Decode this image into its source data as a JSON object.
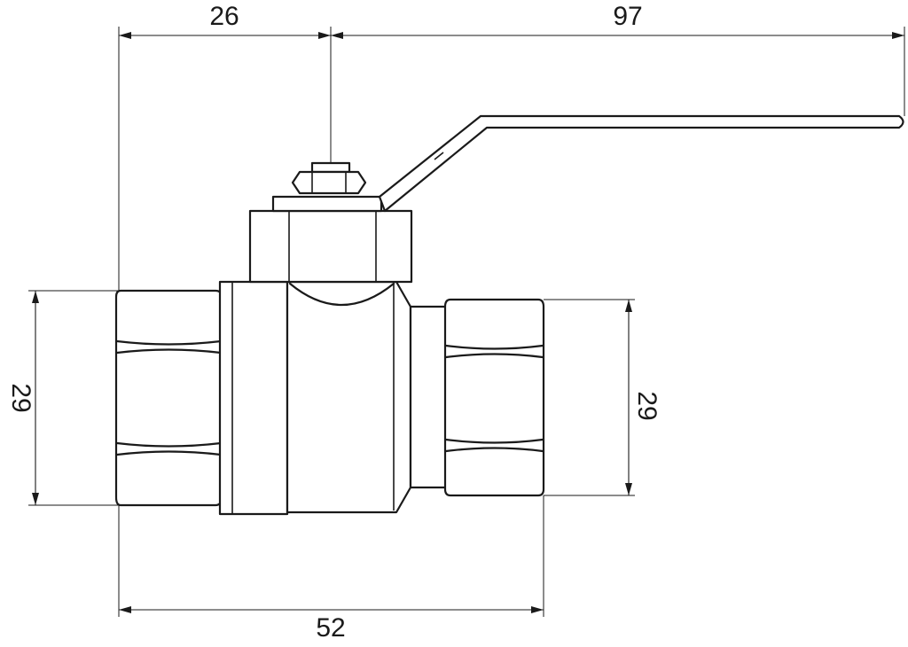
{
  "dimensions": {
    "stem_offset": "26",
    "handle_length": "97",
    "left_port_height": "29",
    "right_port_height": "29",
    "overall_length": "52"
  },
  "colors": {
    "line": "#1a1a1a",
    "background": "#ffffff"
  }
}
